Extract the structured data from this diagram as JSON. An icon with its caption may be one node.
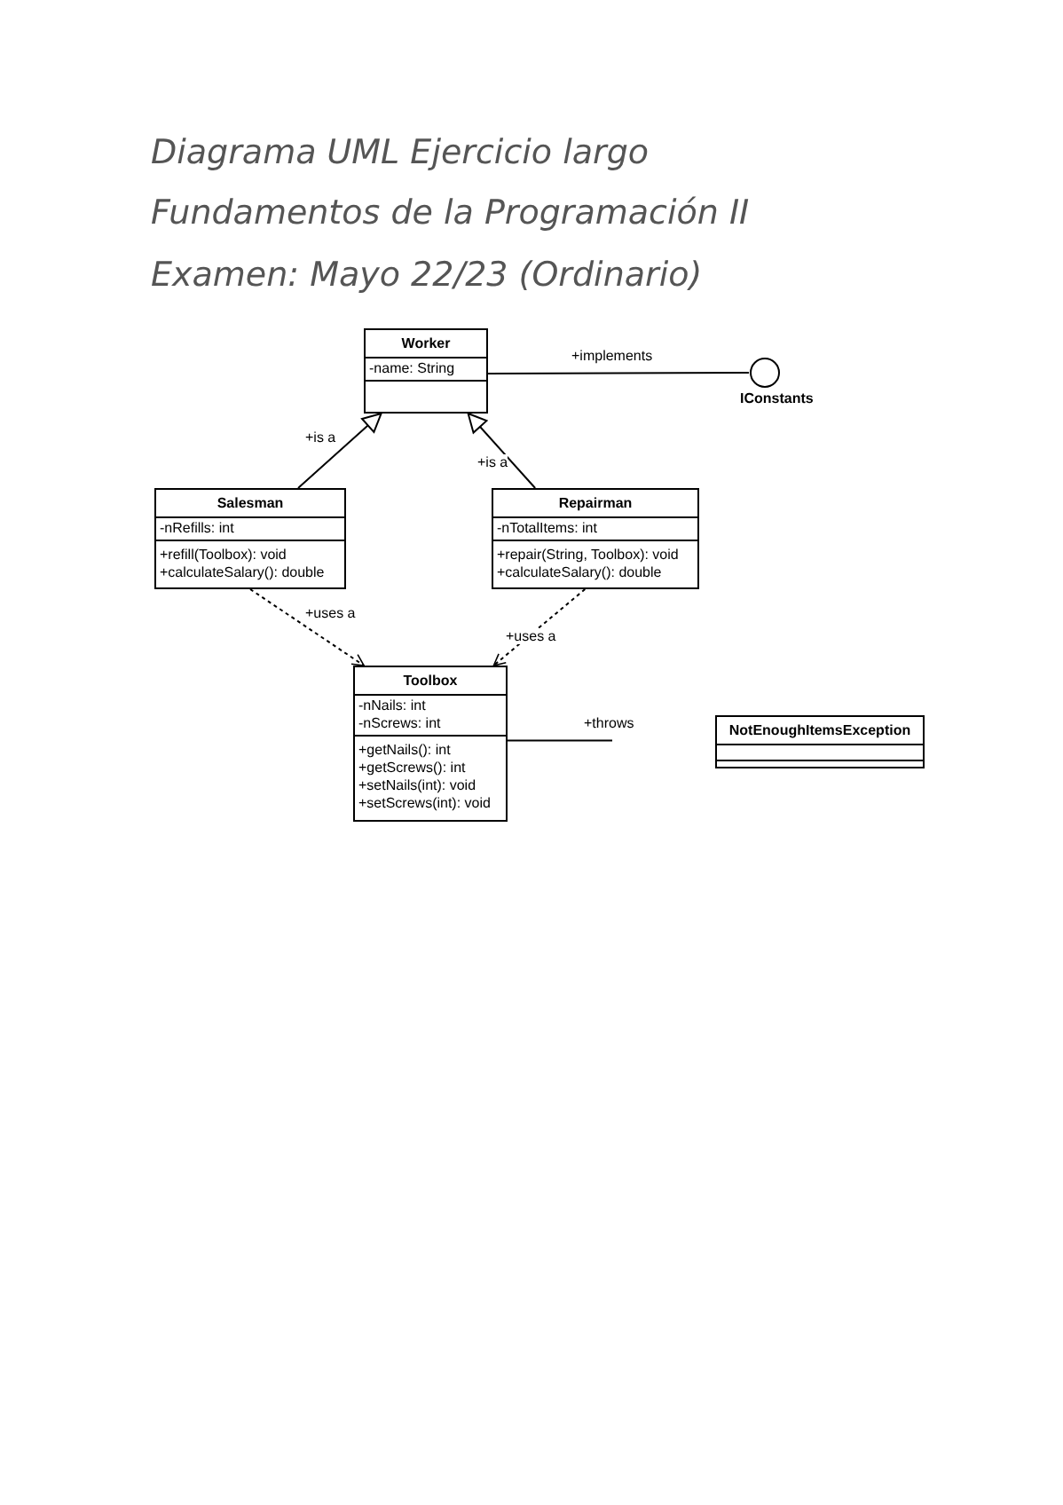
{
  "diagram": {
    "title": "Diagrama UML Ejercicio largo",
    "nodes": [
      {
        "text": [
          "Worker",
          "-name: String"
        ]
      },
      {
        "text": [
          "Salesman",
          "-nRefills: int",
          "+refill(Toolbox): void",
          "+calculateSalary(): double"
        ]
      },
      {
        "text": [
          "Repairman",
          "-nTotalItems: int",
          "+repair(String, Toolbox): void",
          "+calculateSalary(): double"
        ]
      },
      {
        "text": [
          "Toolbox",
          "-nNails: int",
          "-nScrews: int",
          "+getNails(): int",
          "+getScrews(): int",
          "+setNails(int): void",
          "+setScrews(int): void"
        ]
      },
      {
        "text": [
          "NotEnoughItemsException"
        ]
      },
      {
        "text": [
          "IConstants"
        ]
      }
    ],
    "edges": [
      {
        "from": 1,
        "to": 0,
        "arrow": "to",
        "label": "+is a"
      },
      {
        "from": 2,
        "to": 0,
        "arrow": "to",
        "label": "+is a"
      },
      {
        "from": 0,
        "to": 5,
        "arrow": "none",
        "label": "+implements"
      },
      {
        "from": 1,
        "to": 3,
        "arrow": "to",
        "style": "dashed",
        "label": "+uses a"
      },
      {
        "from": 2,
        "to": 3,
        "arrow": "to",
        "style": "dashed",
        "label": "+uses a"
      },
      {
        "from": 3,
        "to": null,
        "arrow": "none",
        "label": "+throws"
      }
    ],
    "labels": [
      "Fundamentos de la Programación II",
      "Examen: Mayo 22/23 (Ordinario)"
    ]
  }
}
